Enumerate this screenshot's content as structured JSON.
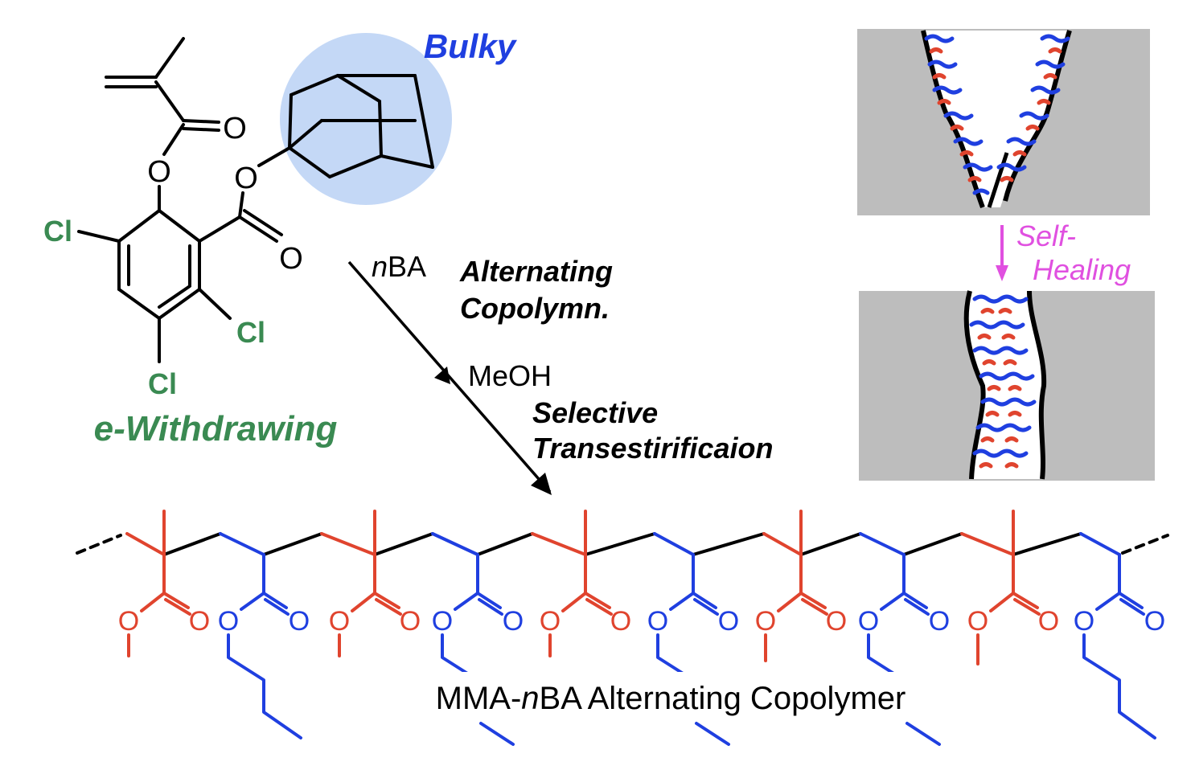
{
  "colors": {
    "mma": "#e0442e",
    "nba": "#1f3fe0",
    "green": "#3a8a52",
    "magenta": "#e050e0",
    "highlight": "#c4d8f6",
    "panel": "#bdbdbd",
    "ink": "#000000"
  },
  "monomer": {
    "bulky_label": "Bulky",
    "ewg_label": "e-Withdrawing",
    "o_label": "O",
    "cl_label": "Cl"
  },
  "reaction": {
    "reagent1_prefix": "n",
    "reagent1_main": "BA",
    "step1_line1": "Alternating",
    "step1_line2": "Copolymn.",
    "reagent2": "MeOH",
    "step2_line1": "Selective",
    "step2_line2": "Transestirificaion"
  },
  "healing": {
    "label_line1": "Self-",
    "label_line2": "Healing"
  },
  "polymer": {
    "label_part1": "MMA-",
    "label_part2": "n",
    "label_part3": "BA Alternating Copolymer",
    "o_label": "O"
  }
}
